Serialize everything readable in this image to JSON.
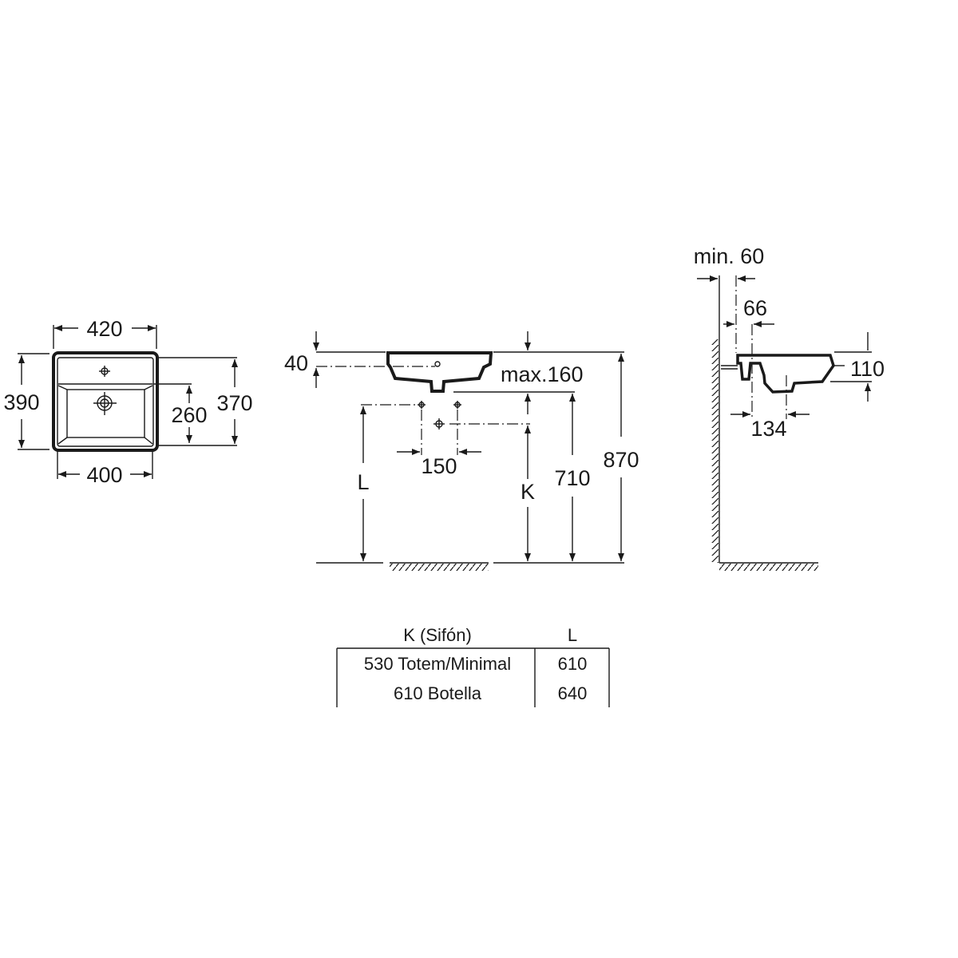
{
  "plan_view": {
    "width_outer": "420",
    "width_inner": "400",
    "depth_outer": "390",
    "depth_inner": "370",
    "bowl_depth": "260"
  },
  "front_view": {
    "overflow_offset": "40",
    "max_height": "max.160",
    "tap_spacing": "150",
    "label_L": "L",
    "label_K": "K",
    "height_710": "710",
    "height_870": "870"
  },
  "side_view": {
    "wall_gap": "min. 60",
    "tap_offset": "66",
    "drain_offset": "134",
    "basin_height": "110"
  },
  "table": {
    "headers": [
      "K (Sifón)",
      "L"
    ],
    "rows": [
      [
        "530 Totem/Minimal",
        "610"
      ],
      [
        "610 Botella",
        "640"
      ]
    ]
  }
}
